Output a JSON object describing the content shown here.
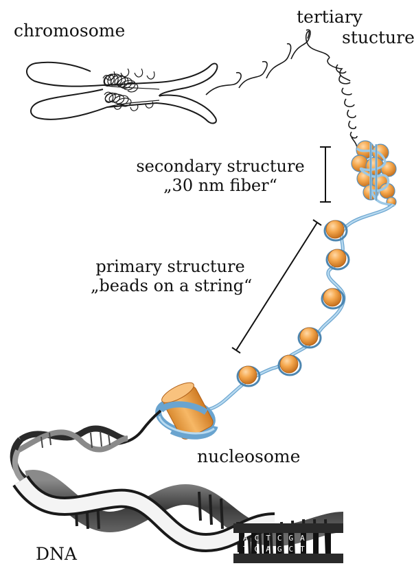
{
  "diagram": {
    "labels": {
      "chromosome": "chromosome",
      "tertiary_line1": "tertiary",
      "tertiary_line2": "stucture",
      "secondary_line1": "secondary structure",
      "secondary_line2": "„30 nm fiber“",
      "primary_line1": "primary structure",
      "primary_line2": "„beads on a string“",
      "nucleosome": "nucleosome",
      "dna": "DNA"
    },
    "dna_bases_top": [
      "A",
      "C",
      "T",
      "C",
      "G",
      "A"
    ],
    "dna_bases_bottom": [
      "T",
      "G",
      "A",
      "G",
      "C",
      "T"
    ],
    "colors": {
      "bead_orange": "#f0a048",
      "linker_blue": "#9cc8e6",
      "ink": "#1a1a1a",
      "dna_gray": "#5a5a5a"
    }
  }
}
